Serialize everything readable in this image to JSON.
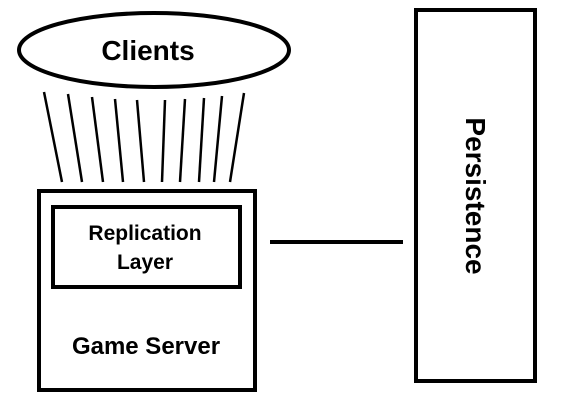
{
  "diagram": {
    "clients_label": "Clients",
    "replication_label_line1": "Replication",
    "replication_label_line2": "Layer",
    "game_server_label": "Game Server",
    "persistence_label": "Persistence",
    "stroke_color": "#000000",
    "background_color": "#ffffff"
  }
}
